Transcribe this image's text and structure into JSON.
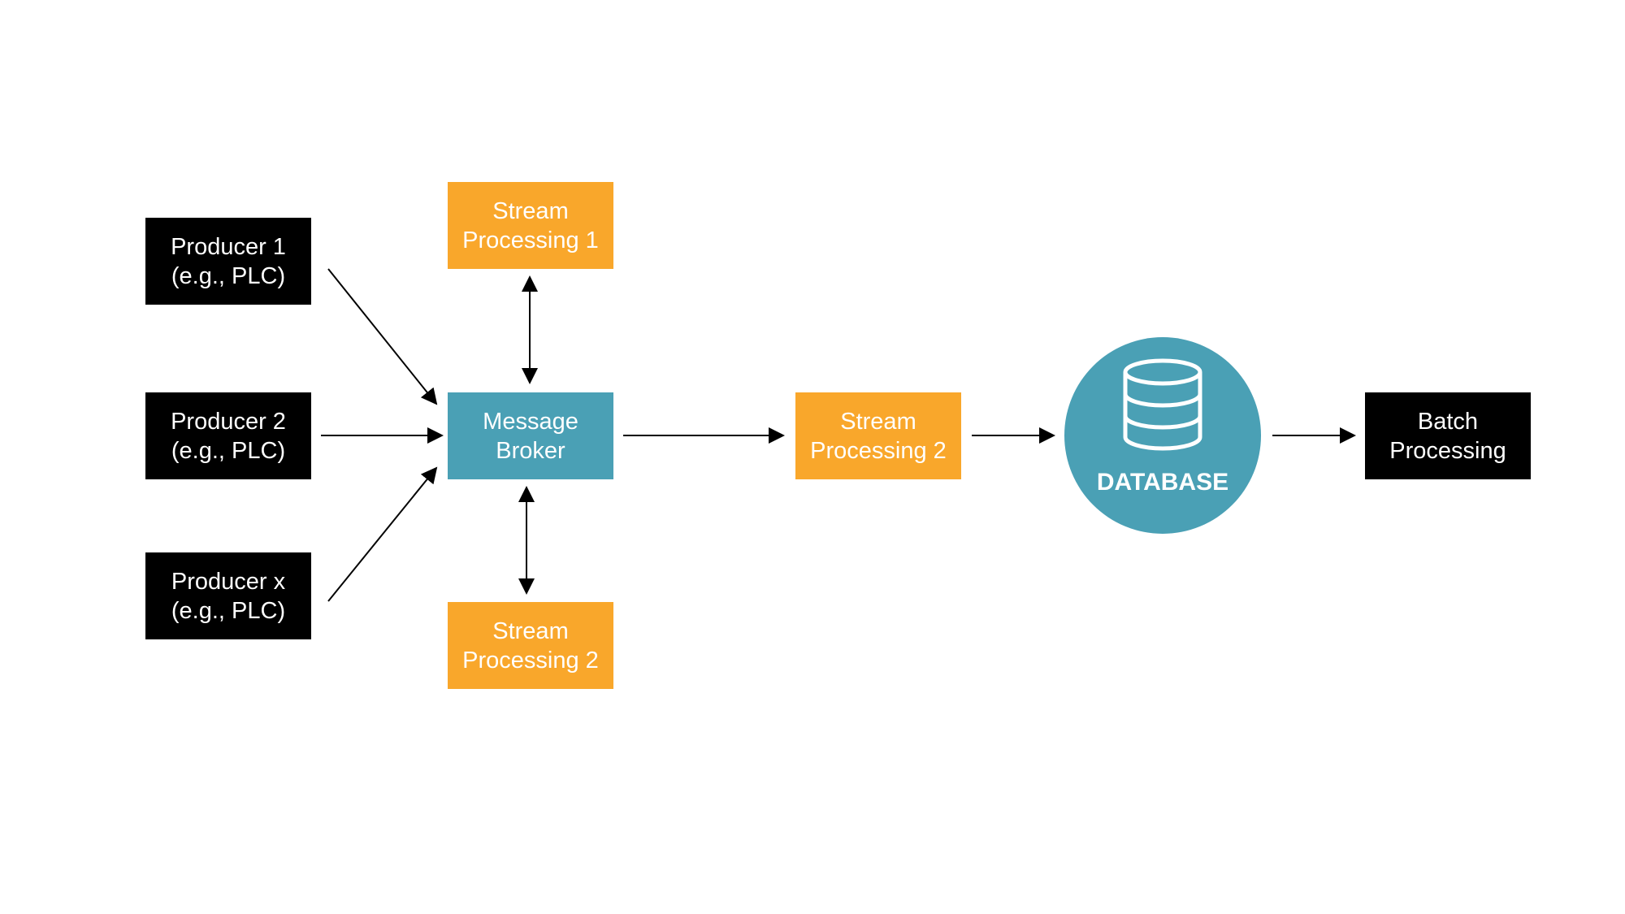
{
  "colors": {
    "black_box": "#000000",
    "orange_box": "#f9a72b",
    "teal": "#4aa0b5",
    "text": "#ffffff",
    "arrow": "#000000"
  },
  "nodes": {
    "producer_1": {
      "line1": "Producer 1",
      "line2": "(e.g., PLC)"
    },
    "producer_2": {
      "line1": "Producer 2",
      "line2": "(e.g., PLC)"
    },
    "producer_x": {
      "line1": "Producer x",
      "line2": "(e.g., PLC)"
    },
    "message_broker": {
      "line1": "Message",
      "line2": "Broker"
    },
    "stream_processing_top": {
      "line1": "Stream",
      "line2": "Processing 1"
    },
    "stream_processing_bottom": {
      "line1": "Stream",
      "line2": "Processing 2"
    },
    "stream_processing_mid": {
      "line1": "Stream",
      "line2": "Processing 2"
    },
    "database": {
      "label": "DATABASE",
      "icon": "database-cylinder-icon"
    },
    "batch_processing": {
      "line1": "Batch",
      "line2": "Processing"
    }
  },
  "edges": [
    {
      "from": "producer_1",
      "to": "message_broker",
      "direction": "forward"
    },
    {
      "from": "producer_2",
      "to": "message_broker",
      "direction": "forward"
    },
    {
      "from": "producer_x",
      "to": "message_broker",
      "direction": "forward"
    },
    {
      "from": "message_broker",
      "to": "stream_processing_top",
      "direction": "bidirectional"
    },
    {
      "from": "message_broker",
      "to": "stream_processing_bottom",
      "direction": "bidirectional"
    },
    {
      "from": "message_broker",
      "to": "stream_processing_mid",
      "direction": "forward"
    },
    {
      "from": "stream_processing_mid",
      "to": "database",
      "direction": "forward"
    },
    {
      "from": "database",
      "to": "batch_processing",
      "direction": "forward"
    }
  ]
}
